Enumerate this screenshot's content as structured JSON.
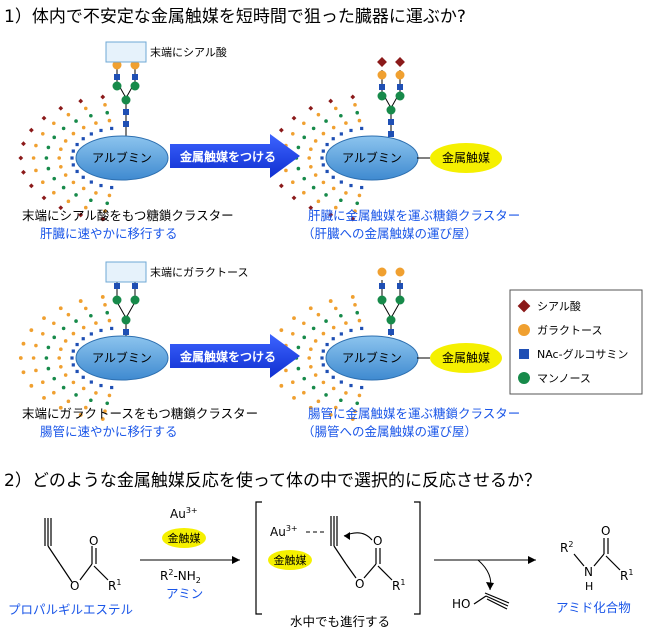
{
  "section1": {
    "title": "1）体内で不安定な金属触媒を短時間で狙った臓器に運ぶか?",
    "top_left": {
      "tag": "末端にシアル酸",
      "protein": "アルブミン",
      "caption": "末端にシアル酸をもつ糖鎖クラスター",
      "subcaption": "肝臓に速やかに移行する"
    },
    "arrow_label": "金属触媒をつける",
    "top_right": {
      "protein": "アルブミン",
      "catalyst": "金属触媒",
      "caption": "肝臓に金属触媒を運ぶ糖鎖クラスター",
      "subcaption": "（肝臓への金属触媒の運び屋）"
    },
    "bottom_left": {
      "tag": "末端にガラクトース",
      "protein": "アルブミン",
      "caption": "末端にガラクトースをもつ糖鎖クラスター",
      "subcaption": "腸管に速やかに移行する"
    },
    "bottom_right": {
      "protein": "アルブミン",
      "catalyst": "金属触媒",
      "caption": "腸管に金属触媒を運ぶ糖鎖クラスター",
      "subcaption": "（腸管への金属触媒の運び屋）"
    },
    "legend": [
      {
        "label": "シアル酸",
        "shape": "diamond",
        "color": "#8b1a1a"
      },
      {
        "label": "ガラクトース",
        "shape": "circle",
        "color": "#f0a030"
      },
      {
        "label": "NAc-グルコサミン",
        "shape": "square",
        "color": "#1f4fb4"
      },
      {
        "label": "マンノース",
        "shape": "circle",
        "color": "#178a4a"
      }
    ]
  },
  "section2": {
    "title": "2）どのような金属触媒反応を使って体の中で選択的に反応させるか？",
    "reagent_metal": "Au",
    "reagent_metal_charge": "3+",
    "reagent_catalyst": "金触媒",
    "reagent_amine_r": "R",
    "reagent_amine_sup": "2",
    "reagent_amine_nh2": "-NH",
    "reagent_amine_sub": "2",
    "reagent_amine_label": "アミン",
    "start_label": "プロパルギルエステル",
    "start_r": "R",
    "start_r_sup": "1",
    "start_o1": "O",
    "start_o2": "O",
    "inter_metal": "Au",
    "inter_charge": "3+",
    "inter_catalyst": "金触媒",
    "inter_o1": "O",
    "inter_o2": "O",
    "inter_r": "R",
    "inter_r_sup": "1",
    "inter_label": "水中でも進行する",
    "byproduct": "HO",
    "product_r2": "R",
    "product_r2_sup": "2",
    "product_n": "N",
    "product_h": "H",
    "product_o": "O",
    "product_r1": "R",
    "product_r1_sup": "1",
    "product_label": "アミド化合物"
  },
  "colors": {
    "albumin": "#5aa3e0",
    "arrow": "#1a3fe8",
    "catalyst": "#f5f000",
    "blue_text": "#1a56e8"
  }
}
